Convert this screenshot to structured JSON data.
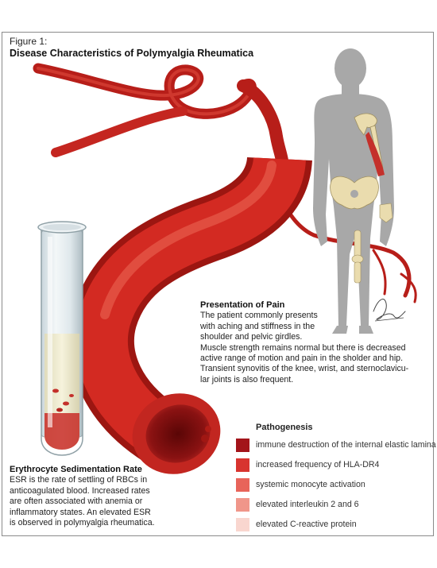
{
  "figure": {
    "label": "Figure 1:",
    "title": "Disease Characteristics of Polymyalgia Rheumatica"
  },
  "pain": {
    "heading": "Presentation of Pain",
    "lines": [
      "The patient commonly presents",
      "with aching and stiffness in the",
      "shoulder and pelvic girdles.",
      "Muscle strength remains normal but there is decreased",
      "active range of motion and pain in the sholder and hip.",
      "Transient synovitis of the knee, wrist, and sternoclavicu-",
      "lar joints is also frequent."
    ]
  },
  "esr": {
    "heading": "Erythrocyte Sedimentation Rate",
    "lines": [
      "ESR is the rate of settling of RBCs in",
      "anticoagulated blood. Increased rates",
      "are often associated with anemia or",
      "inflammatory states. An elevated ESR",
      "is observed in polymyalgia rheumatica."
    ]
  },
  "pathogenesis": {
    "title": "Pathogenesis",
    "items": [
      {
        "label": "immune destruction of the internal elastic lamina",
        "color": "#a3141a"
      },
      {
        "label": "increased frequency of HLA-DR4",
        "color": "#d8342f"
      },
      {
        "label": "systemic monocyte activation",
        "color": "#e8645a"
      },
      {
        "label": "elevated interleukin 2 and 6",
        "color": "#f0968a"
      },
      {
        "label": "elevated C-reactive protein",
        "color": "#f9d6cf"
      }
    ]
  },
  "colors": {
    "artery": "#d32a22",
    "artery_dark": "#8e1210",
    "silhouette": "#a8a8a8",
    "bone": "#eadcae"
  },
  "icons": [
    "artery-illustration",
    "test-tube-icon",
    "human-silhouette-icon",
    "shoulder-bone-icon",
    "pelvis-bone-icon",
    "knee-bone-icon",
    "hand-bone-icon",
    "signature-icon"
  ]
}
